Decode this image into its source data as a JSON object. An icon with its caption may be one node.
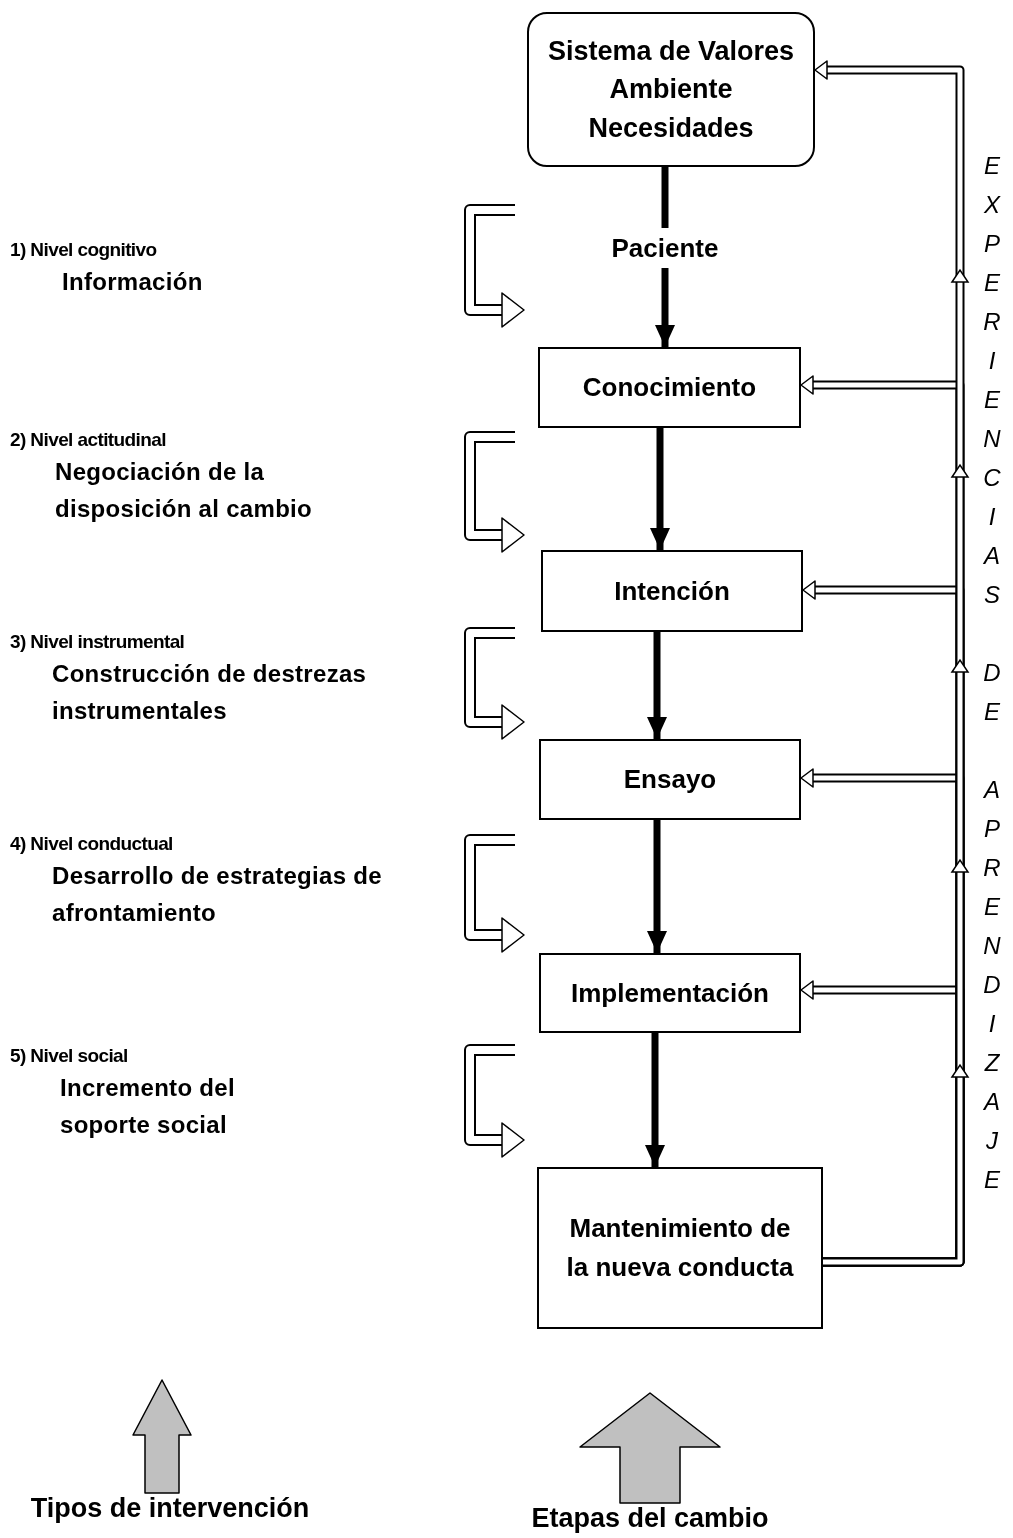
{
  "diagram": {
    "nodes": [
      {
        "text": [
          "Sistema de Valores",
          "Ambiente",
          "Necesidades"
        ]
      },
      {
        "text": [
          "Paciente"
        ]
      },
      {
        "text": [
          "Conocimiento"
        ]
      },
      {
        "text": [
          "Intención"
        ]
      },
      {
        "text": [
          "Ensayo"
        ]
      },
      {
        "text": [
          "Implementación"
        ]
      },
      {
        "text": [
          "Mantenimiento de la nueva conducta"
        ]
      },
      {
        "text": [
          "1) Nivel cognitivo",
          "Información"
        ]
      },
      {
        "text": [
          "2) Nivel actitudinal",
          "Negociación de la disposición al cambio"
        ]
      },
      {
        "text": [
          "3) Nivel instrumental",
          "Construcción de destrezas instrumentales"
        ]
      },
      {
        "text": [
          "4) Nivel conductual",
          "Desarrollo de estrategias de afrontamiento"
        ]
      },
      {
        "text": [
          "5) Nivel social",
          "Incremento del soporte social"
        ]
      },
      {
        "text": [
          "Tipos de intervención"
        ]
      },
      {
        "text": [
          "Etapas del cambio"
        ]
      }
    ],
    "edges": [
      {
        "from": 0,
        "to": 1,
        "arrow": "none"
      },
      {
        "from": 1,
        "to": 2,
        "arrow": "to"
      },
      {
        "from": 2,
        "to": 3,
        "arrow": "to"
      },
      {
        "from": 3,
        "to": 4,
        "arrow": "to"
      },
      {
        "from": 4,
        "to": 5,
        "arrow": "to"
      },
      {
        "from": 5,
        "to": 6,
        "arrow": "to"
      },
      {
        "from": 6,
        "to": 5,
        "arrow": "to"
      },
      {
        "from": 6,
        "to": 4,
        "arrow": "to"
      },
      {
        "from": 6,
        "to": 3,
        "arrow": "to"
      },
      {
        "from": 6,
        "to": 2,
        "arrow": "to"
      },
      {
        "from": 6,
        "to": 0,
        "arrow": "to"
      },
      {
        "from": 12,
        "to": null,
        "arrow": "to",
        "color": "#c0c0c0"
      },
      {
        "from": 13,
        "to": null,
        "arrow": "to",
        "color": "#c0c0c0"
      }
    ],
    "labels": [
      "EXPERIENCIAS DE APRENDIZAJE"
    ]
  }
}
